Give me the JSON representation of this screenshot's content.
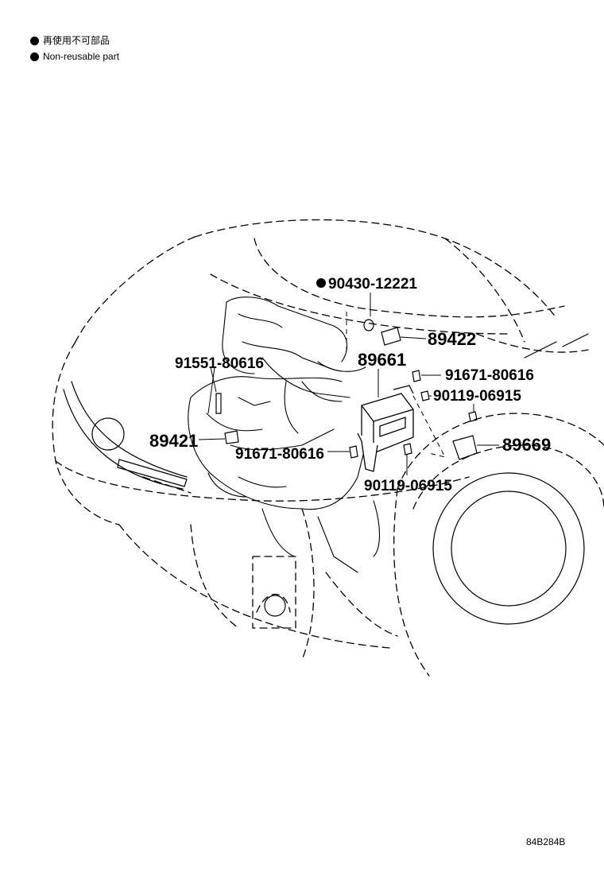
{
  "legend": [
    {
      "text": "再使用不可部品"
    },
    {
      "text": "Non-reusable part"
    }
  ],
  "parts": [
    {
      "number": "90430-12221",
      "non_reusable": true
    },
    {
      "number": "89422"
    },
    {
      "number": "89661"
    },
    {
      "number": "91551-80616"
    },
    {
      "number": "91671-80616"
    },
    {
      "number": "90119-06915"
    },
    {
      "number": "89669"
    },
    {
      "number": "89421"
    },
    {
      "number": "91671-80616"
    },
    {
      "number": "90119-06915"
    }
  ],
  "drawing_code": "84B284B"
}
